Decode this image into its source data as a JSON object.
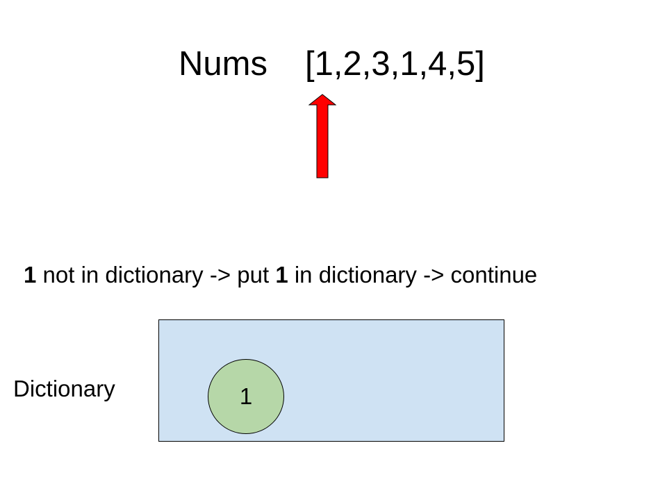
{
  "nums": {
    "label": "Nums",
    "array": "[1,2,3,1,4,5]",
    "pointer_index": 0
  },
  "step": {
    "value": "1",
    "part1": " not in dictionary -> put ",
    "value2": "1",
    "part2": " in dictionary -> continue"
  },
  "dictionary": {
    "label": "Dictionary",
    "items": [
      "1"
    ]
  },
  "colors": {
    "arrow": "#ff0000",
    "dictionary_fill": "#cfe2f3",
    "item_fill": "#b6d7a8"
  },
  "icons": {
    "pointer": "up-arrow-icon"
  }
}
